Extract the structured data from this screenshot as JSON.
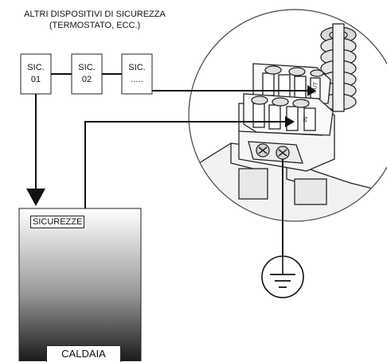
{
  "header": {
    "line1": "ALTRI DISPOSITIVI DI SICUREZZA",
    "line2": "(TERMOSTATO, ECC.)"
  },
  "devices": [
    {
      "line1": "SIC.",
      "line2": "01"
    },
    {
      "line1": "SIC.",
      "line2": "02"
    },
    {
      "line1": "SIC.",
      "line2": "....."
    }
  ],
  "boiler": {
    "inputs_label": "SICUREZZE",
    "name_label": "CALDAIA"
  },
  "terminal_labels": {
    "out": "OUT",
    "in": "IN"
  },
  "symbols": {
    "ground": "ground-icon"
  }
}
